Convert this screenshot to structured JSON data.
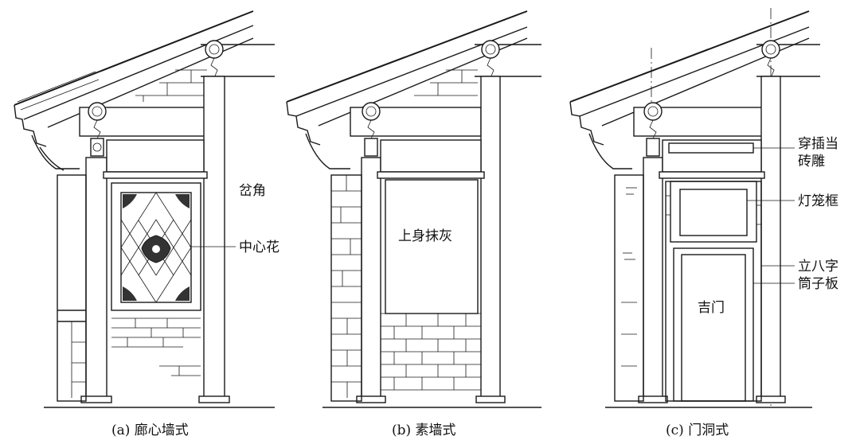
{
  "panels": [
    {
      "caption": "(a) 廊心墙式",
      "labels": {
        "corner": "岔角",
        "center": "中心花"
      }
    },
    {
      "caption": "(b) 素墙式",
      "labels": {
        "body": "上身抹灰"
      }
    },
    {
      "caption": "(c) 门洞式",
      "labels": {
        "brick_carving_line1": "穿插当",
        "brick_carving_line2": "砖雕",
        "lantern_frame": "灯笼框",
        "li_ba_zi": "立八字",
        "tube_board": "筒子板",
        "door": "吉门"
      }
    }
  ]
}
